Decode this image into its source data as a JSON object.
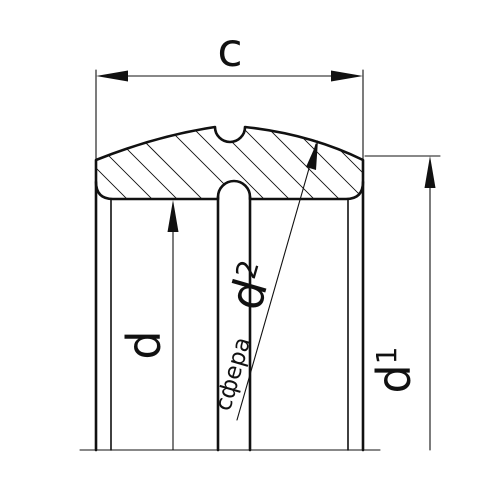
{
  "labels": {
    "width": "c",
    "inner_diameter": "d",
    "outer_diameter_base": "d",
    "outer_diameter_sub": "1",
    "sphere_diameter_base": "d",
    "sphere_diameter_sub": "2",
    "sphere_note": "сфера"
  },
  "colors": {
    "line": "#111111",
    "background": "#ffffff"
  }
}
